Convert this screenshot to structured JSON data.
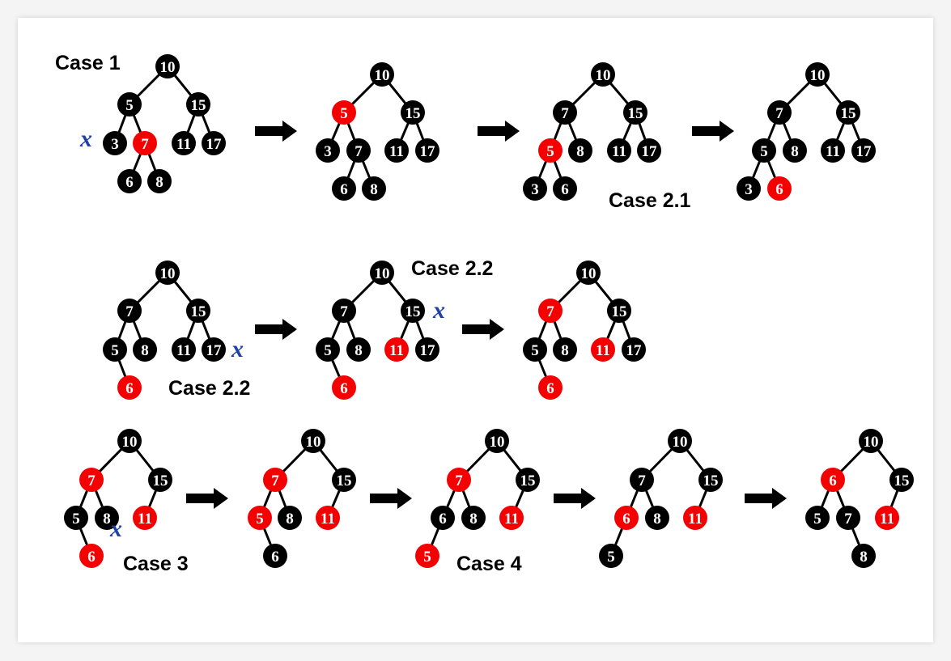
{
  "colors": {
    "red": "#f40000",
    "black": "#000000",
    "x_mark": "#1f3fa8",
    "background": "#ffffff"
  },
  "labels": {
    "case1": "Case 1",
    "case21": "Case 2.1",
    "case22_top": "Case 2.2",
    "case22_bottom": "Case 2.2",
    "case3": "Case 3",
    "case4": "Case 4"
  },
  "x_mark": "x",
  "trees": [
    {
      "id": "r1t1",
      "nodes": [
        {
          "k": "10",
          "c": "black"
        },
        {
          "k": "5",
          "c": "black"
        },
        {
          "k": "15",
          "c": "black"
        },
        {
          "k": "3",
          "c": "black"
        },
        {
          "k": "7",
          "c": "red"
        },
        {
          "k": "11",
          "c": "black"
        },
        {
          "k": "17",
          "c": "black"
        },
        {
          "k": "6",
          "c": "black"
        },
        {
          "k": "8",
          "c": "black"
        }
      ]
    },
    {
      "id": "r1t2",
      "nodes": [
        {
          "k": "10",
          "c": "black"
        },
        {
          "k": "5",
          "c": "red"
        },
        {
          "k": "15",
          "c": "black"
        },
        {
          "k": "3",
          "c": "black"
        },
        {
          "k": "7",
          "c": "black"
        },
        {
          "k": "11",
          "c": "black"
        },
        {
          "k": "17",
          "c": "black"
        },
        {
          "k": "6",
          "c": "black"
        },
        {
          "k": "8",
          "c": "black"
        }
      ]
    },
    {
      "id": "r1t3",
      "nodes": [
        {
          "k": "10",
          "c": "black"
        },
        {
          "k": "7",
          "c": "black"
        },
        {
          "k": "15",
          "c": "black"
        },
        {
          "k": "5",
          "c": "red"
        },
        {
          "k": "8",
          "c": "black"
        },
        {
          "k": "11",
          "c": "black"
        },
        {
          "k": "17",
          "c": "black"
        },
        {
          "k": "3",
          "c": "black"
        },
        {
          "k": "6",
          "c": "black"
        }
      ]
    },
    {
      "id": "r1t4",
      "nodes": [
        {
          "k": "10",
          "c": "black"
        },
        {
          "k": "7",
          "c": "black"
        },
        {
          "k": "15",
          "c": "black"
        },
        {
          "k": "5",
          "c": "black"
        },
        {
          "k": "8",
          "c": "black"
        },
        {
          "k": "11",
          "c": "black"
        },
        {
          "k": "17",
          "c": "black"
        },
        {
          "k": "3",
          "c": "black"
        },
        {
          "k": "6",
          "c": "red"
        }
      ]
    },
    {
      "id": "r2t1",
      "nodes": [
        {
          "k": "10",
          "c": "black"
        },
        {
          "k": "7",
          "c": "black"
        },
        {
          "k": "15",
          "c": "black"
        },
        {
          "k": "5",
          "c": "black"
        },
        {
          "k": "8",
          "c": "black"
        },
        {
          "k": "11",
          "c": "black"
        },
        {
          "k": "17",
          "c": "black"
        },
        {
          "k": "6",
          "c": "red"
        }
      ]
    },
    {
      "id": "r2t2",
      "nodes": [
        {
          "k": "10",
          "c": "black"
        },
        {
          "k": "7",
          "c": "black"
        },
        {
          "k": "15",
          "c": "black"
        },
        {
          "k": "5",
          "c": "black"
        },
        {
          "k": "8",
          "c": "black"
        },
        {
          "k": "11",
          "c": "red"
        },
        {
          "k": "17",
          "c": "black"
        },
        {
          "k": "6",
          "c": "red"
        }
      ]
    },
    {
      "id": "r2t3",
      "nodes": [
        {
          "k": "10",
          "c": "black"
        },
        {
          "k": "7",
          "c": "red"
        },
        {
          "k": "15",
          "c": "black"
        },
        {
          "k": "5",
          "c": "black"
        },
        {
          "k": "8",
          "c": "black"
        },
        {
          "k": "11",
          "c": "red"
        },
        {
          "k": "17",
          "c": "black"
        },
        {
          "k": "6",
          "c": "red"
        }
      ]
    },
    {
      "id": "r3t1",
      "nodes": [
        {
          "k": "10",
          "c": "black"
        },
        {
          "k": "7",
          "c": "red"
        },
        {
          "k": "15",
          "c": "black"
        },
        {
          "k": "5",
          "c": "black"
        },
        {
          "k": "8",
          "c": "black"
        },
        {
          "k": "11",
          "c": "red"
        },
        {
          "k": "6",
          "c": "red"
        }
      ]
    },
    {
      "id": "r3t2",
      "nodes": [
        {
          "k": "10",
          "c": "black"
        },
        {
          "k": "7",
          "c": "red"
        },
        {
          "k": "15",
          "c": "black"
        },
        {
          "k": "5",
          "c": "red"
        },
        {
          "k": "8",
          "c": "black"
        },
        {
          "k": "11",
          "c": "red"
        },
        {
          "k": "6",
          "c": "black"
        }
      ]
    },
    {
      "id": "r3t3",
      "nodes": [
        {
          "k": "10",
          "c": "black"
        },
        {
          "k": "7",
          "c": "red"
        },
        {
          "k": "15",
          "c": "black"
        },
        {
          "k": "6",
          "c": "black"
        },
        {
          "k": "8",
          "c": "black"
        },
        {
          "k": "11",
          "c": "red"
        },
        {
          "k": "5",
          "c": "red"
        }
      ]
    },
    {
      "id": "r3t4",
      "nodes": [
        {
          "k": "10",
          "c": "black"
        },
        {
          "k": "7",
          "c": "black"
        },
        {
          "k": "15",
          "c": "black"
        },
        {
          "k": "6",
          "c": "red"
        },
        {
          "k": "8",
          "c": "black"
        },
        {
          "k": "11",
          "c": "red"
        },
        {
          "k": "5",
          "c": "black"
        }
      ]
    },
    {
      "id": "r3t5",
      "nodes": [
        {
          "k": "10",
          "c": "black"
        },
        {
          "k": "6",
          "c": "red"
        },
        {
          "k": "15",
          "c": "black"
        },
        {
          "k": "5",
          "c": "black"
        },
        {
          "k": "7",
          "c": "black"
        },
        {
          "k": "11",
          "c": "red"
        },
        {
          "k": "8",
          "c": "black"
        }
      ]
    }
  ]
}
